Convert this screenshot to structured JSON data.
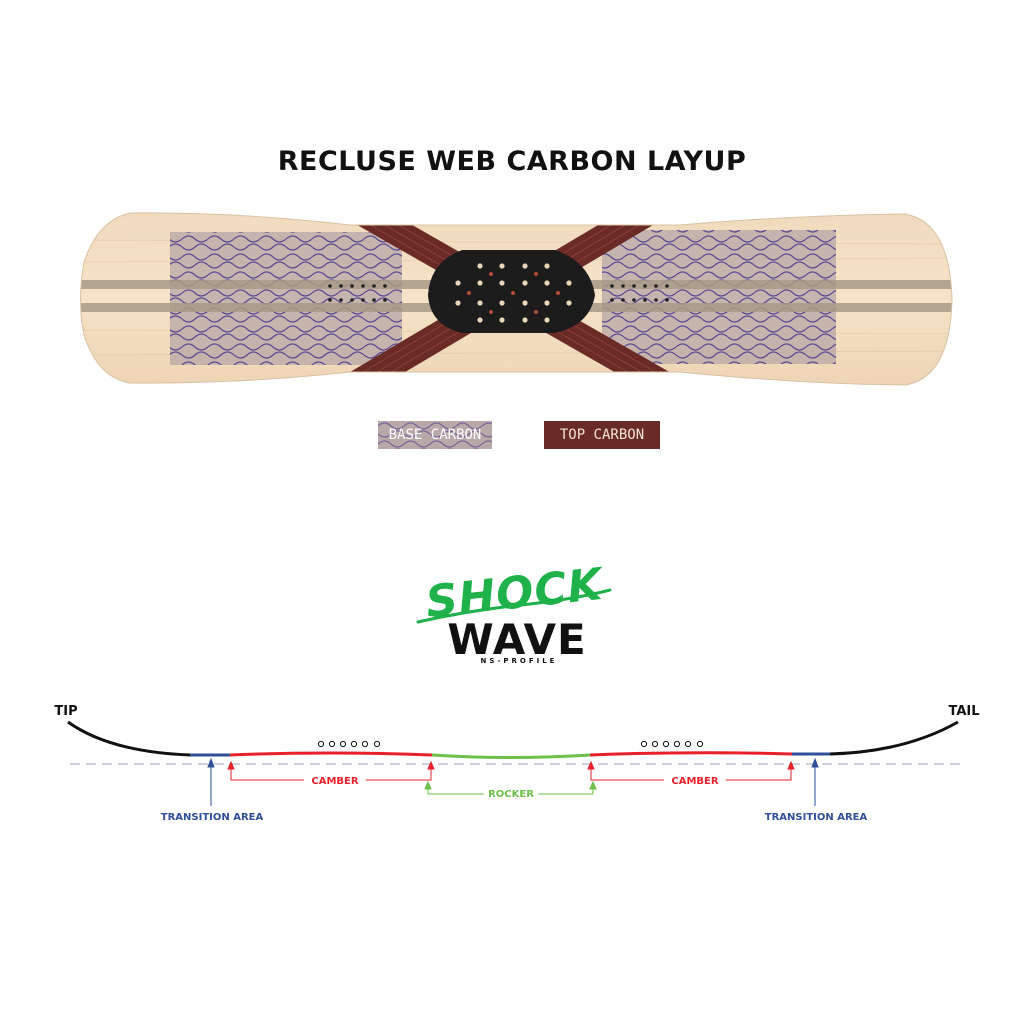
{
  "title": "RECLUSE WEB CARBON LAYUP",
  "legend": {
    "base_carbon": "BASE CARBON",
    "top_carbon": "TOP CARBON"
  },
  "logo": {
    "line1": "SHOCK",
    "line2": "WAVE",
    "line3": "NS-PROFILE"
  },
  "profile": {
    "tip": "TIP",
    "tail": "TAIL",
    "camber_left": "CAMBER",
    "rocker": "ROCKER",
    "camber_right": "CAMBER",
    "transition_left": "TRANSITION AREA",
    "transition_right": "TRANSITION AREA"
  },
  "colors": {
    "camber": "#e8202a",
    "rocker": "#6cc04a",
    "transition": "#2f4f9a",
    "tip_tail": "#111111",
    "top_carbon": "#6a2a26",
    "base_carbon": "#b9a8a8",
    "logo_green": "#1fb24a"
  }
}
